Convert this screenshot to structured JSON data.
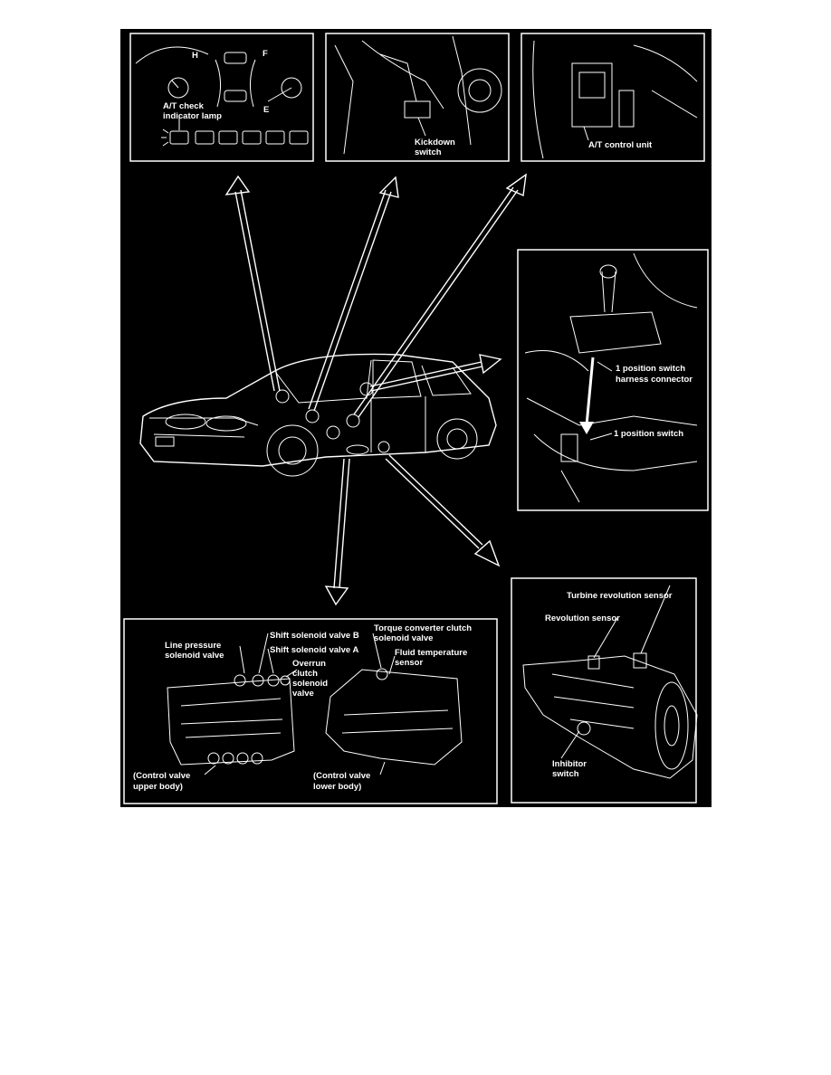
{
  "colors": {
    "background": "#000000",
    "line": "#ffffff",
    "page": "#ffffff"
  },
  "panels": {
    "dashboard": {
      "lines": [
        "A/T check",
        "indicator lamp"
      ],
      "gauge_h": "H",
      "gauge_f": "F",
      "gauge_e": "E"
    },
    "kickdown": {
      "lines": [
        "Kickdown",
        "switch"
      ]
    },
    "control_unit": {
      "lines": [
        "A/T control unit"
      ]
    },
    "position_switch": {
      "connector": [
        "1 position switch",
        "harness connector"
      ],
      "switch": [
        "1 position switch"
      ]
    },
    "valves": {
      "line_pressure": [
        "Line pressure",
        "solenoid valve"
      ],
      "shift_b": [
        "Shift solenoid valve B"
      ],
      "shift_a": [
        "Shift solenoid valve A"
      ],
      "overrun": [
        "Overrun",
        "clutch",
        "solenoid",
        "valve"
      ],
      "torque_converter": [
        "Torque converter clutch",
        "solenoid valve"
      ],
      "fluid_temp": [
        "Fluid temperature",
        "sensor"
      ],
      "upper_body": [
        "(Control valve",
        "upper body)"
      ],
      "lower_body": [
        "(Control valve",
        "lower body)"
      ]
    },
    "transmission": {
      "turbine": [
        "Turbine revolution sensor"
      ],
      "revolution": [
        "Revolution sensor"
      ],
      "inhibitor": [
        "Inhibitor",
        "switch"
      ]
    }
  }
}
